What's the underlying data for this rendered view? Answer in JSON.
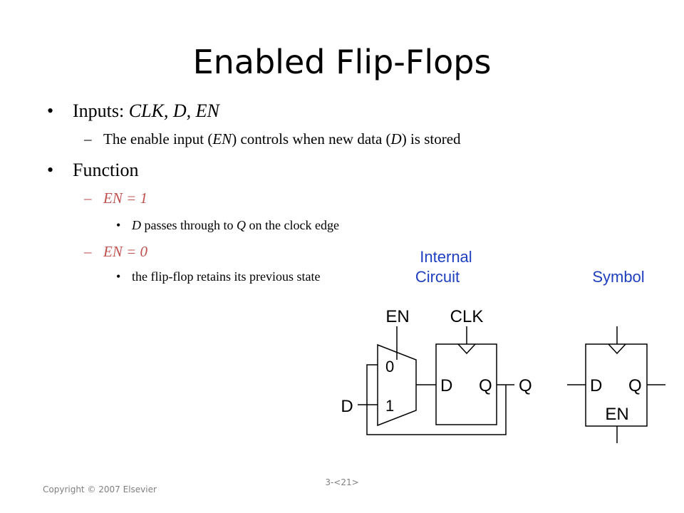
{
  "slide": {
    "title": "Enabled Flip-Flops",
    "copyright": "Copyright © 2007 Elsevier",
    "page_number": "3-<21>"
  },
  "bullets": {
    "inputs_label": "Inputs: ",
    "inputs_vars": "CLK, D, EN",
    "enable_desc_1": "The enable input (",
    "enable_desc_en": "EN",
    "enable_desc_2": ") controls when new data (",
    "enable_desc_d": "D",
    "enable_desc_3": ") is stored",
    "function_label": "Function",
    "en1_label": "EN = 1",
    "en1_desc_d": "D",
    "en1_desc_mid": " passes through to ",
    "en1_desc_q": "Q",
    "en1_desc_end": " on the clock edge",
    "en0_label": "EN = 0",
    "en0_desc": "the flip-flop retains its previous state",
    "bullet_glyph": "•",
    "dash_glyph": "–"
  },
  "diagram": {
    "heading_internal_1": "Internal",
    "heading_internal_2": "Circuit",
    "heading_symbol": "Symbol",
    "label_en": "EN",
    "label_clk": "CLK",
    "label_d_in": "D",
    "label_mux_0": "0",
    "label_mux_1": "1",
    "label_ff_d": "D",
    "label_ff_q": "Q",
    "label_q_out": "Q",
    "label_sym_d": "D",
    "label_sym_q": "Q",
    "label_sym_en": "EN",
    "heading_color": "#1f3fbf",
    "line_color": "#000000"
  }
}
